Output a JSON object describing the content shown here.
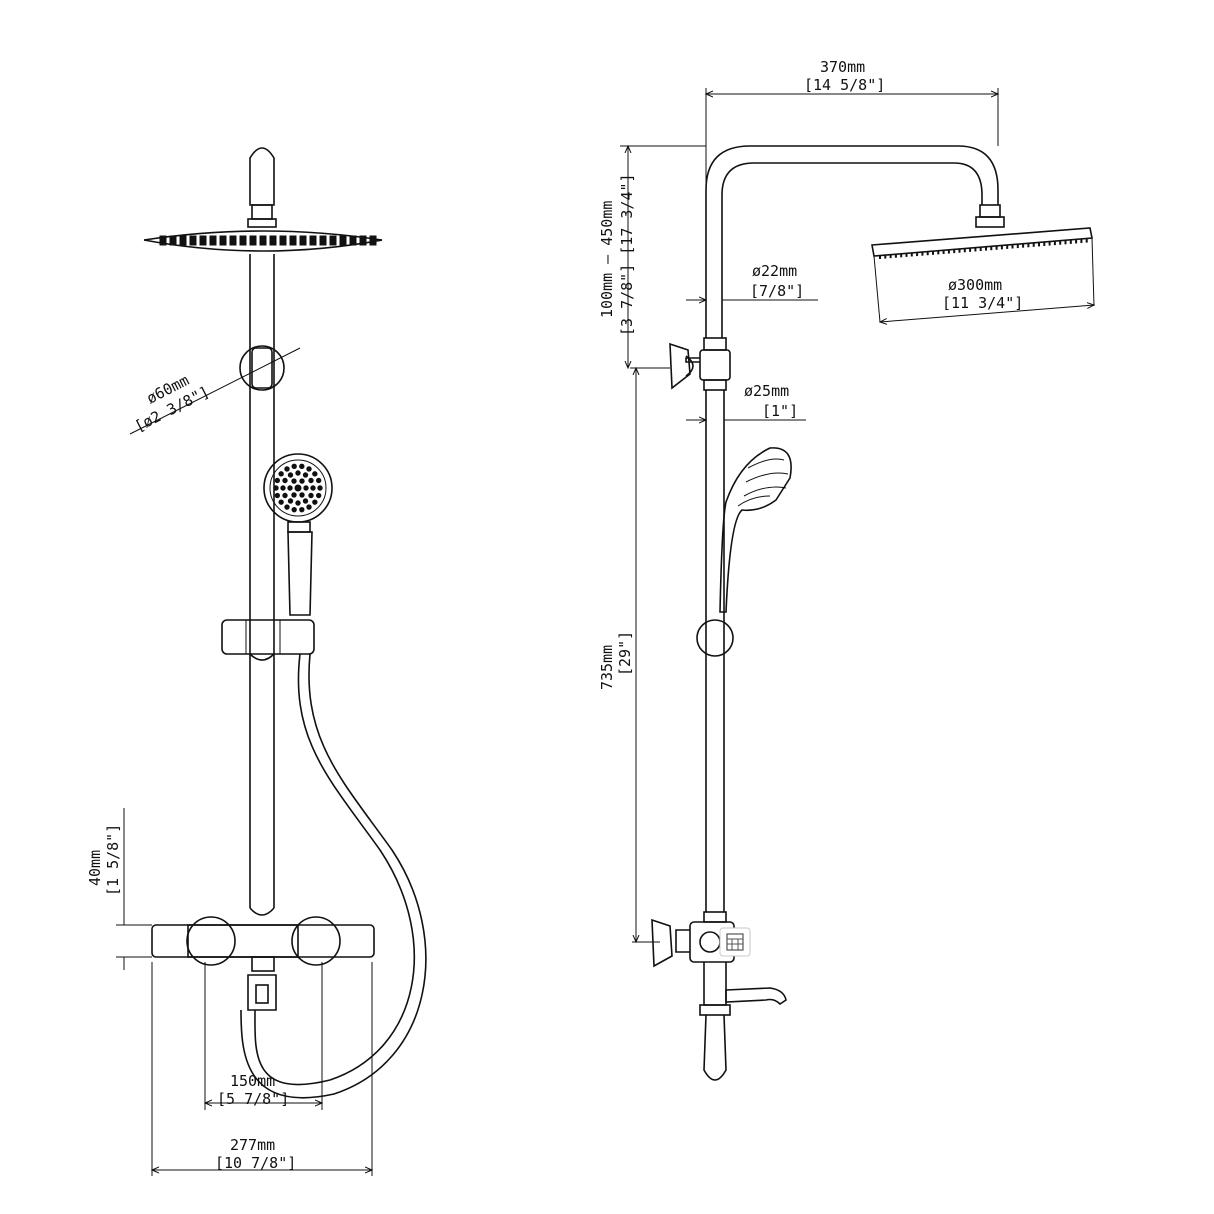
{
  "front_view": {
    "arm_diameter": {
      "metric": "ø60mm",
      "imperial": "[ø2 3/8\"]"
    },
    "body_height": {
      "metric": "40mm",
      "imperial": "[1 5/8\"]"
    },
    "inlet_spacing": {
      "metric": "150mm",
      "imperial": "[5 7/8\"]"
    },
    "total_width": {
      "metric": "277mm",
      "imperial": "[10 7/8\"]"
    }
  },
  "side_view": {
    "arm_reach": {
      "metric": "370mm",
      "imperial": "[14 5/8\"]"
    },
    "height_adjust": {
      "metric": "100mm — 450mm",
      "imperial": "[3 7/8\"] [17 3/4\"]"
    },
    "upper_pipe": {
      "metric": "ø22mm",
      "imperial": "[7/8\"]"
    },
    "lower_pipe": {
      "metric": "ø25mm",
      "imperial": "[1\"]"
    },
    "head_diameter": {
      "metric": "ø300mm",
      "imperial": "[11 3/4\"]"
    },
    "riser_height": {
      "metric": "735mm",
      "imperial": "[29\"]"
    }
  },
  "icons": {
    "floating_badge": "grid-square-icon"
  },
  "colors": {
    "line": "#111111",
    "background": "#ffffff"
  }
}
